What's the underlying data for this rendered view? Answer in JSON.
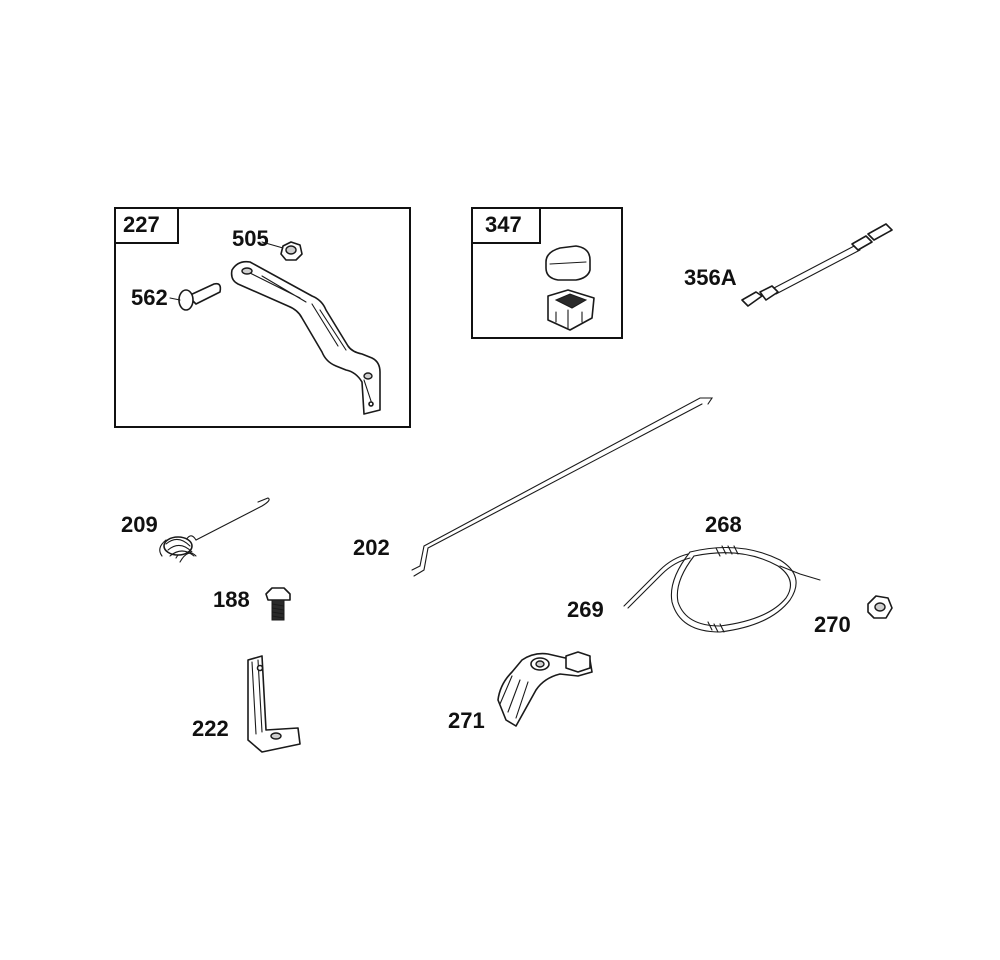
{
  "callouts": {
    "c227": "227",
    "c505": "505",
    "c562": "562",
    "c347": "347",
    "c356A": "356A",
    "c209": "209",
    "c202": "202",
    "c268": "268",
    "c188": "188",
    "c269": "269",
    "c270": "270",
    "c222": "222",
    "c271": "271"
  }
}
